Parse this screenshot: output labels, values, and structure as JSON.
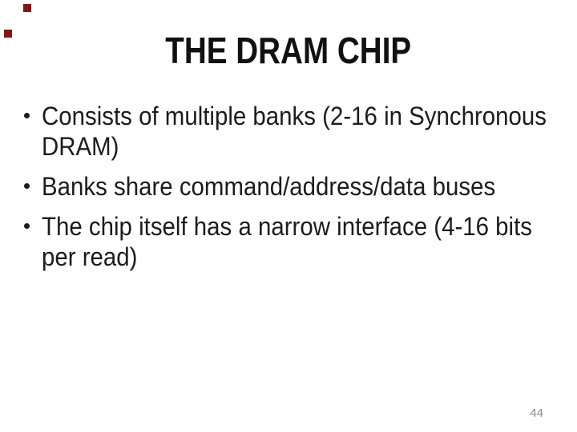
{
  "slide": {
    "title": "THE DRAM CHIP",
    "bullets": [
      {
        "lines": [
          "Consists of multiple banks (2-16 in Synchronous",
          "DRAM)"
        ]
      },
      {
        "lines": [
          "Banks share command/address/data buses"
        ]
      },
      {
        "lines": [
          "The chip itself has a narrow interface (4-16 bits",
          "per read)"
        ]
      }
    ],
    "page_number": "44",
    "colors": {
      "background": "#ffffff",
      "title_text": "#111111",
      "body_text": "#1c1c1c",
      "page_number_text": "#8c8c8c",
      "corner_decoration": "#7d1a10"
    }
  }
}
